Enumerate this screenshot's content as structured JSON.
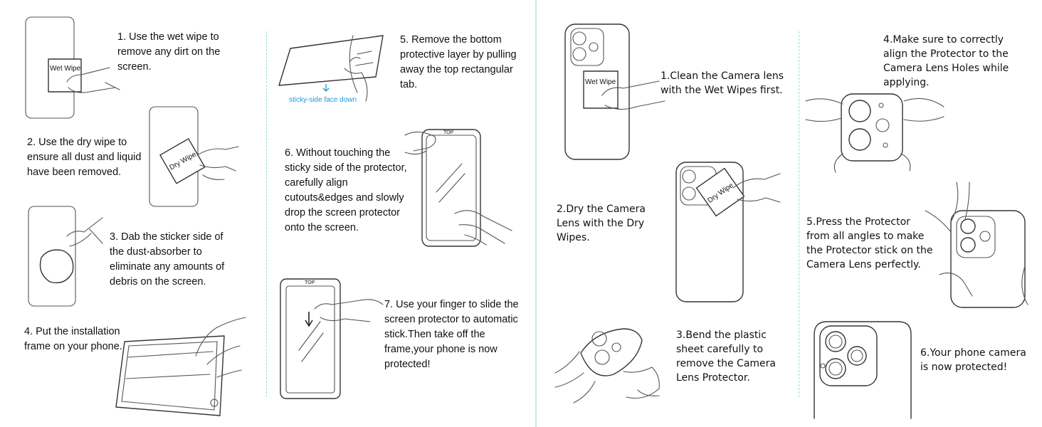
{
  "left_steps": [
    {
      "text": "1.  Use the wet wipe to remove any dirt on the screen."
    },
    {
      "text": "2.  Use the dry wipe to ensure all dust and liquid have been removed."
    },
    {
      "text": "3.  Dab the sticker side of the dust-absorber to eliminate any amounts of debris on the screen."
    },
    {
      "text": "4. Put the installation frame on your phone."
    },
    {
      "text": "5.  Remove the bottom protective layer by pulling away the top rectangular tab."
    },
    {
      "text": "6.  Without touching the sticky side of the protector, carefully align cutouts&edges and slowly drop the screen protector onto the screen."
    },
    {
      "text": "7.  Use your finger to slide the screen protector to automatic stick.Then take off the frame,your phone is now protected!"
    }
  ],
  "right_steps": [
    {
      "text": "1.Clean the Camera lens with the Wet Wipes first."
    },
    {
      "text": "2.Dry the Camera Lens with the Dry Wipes."
    },
    {
      "text": "3.Bend the plastic sheet carefully to remove the Camera Lens Protector."
    },
    {
      "text": "4.Make sure to correctly align the Protector to the Camera Lens Holes while applying."
    },
    {
      "text": "5.Press the Protector from all angles to make the Protector stick on the Camera Lens perfectly."
    },
    {
      "text": "6.Your phone camera is now protected!"
    }
  ],
  "labels": {
    "wet_wipe": "Wet Wipe",
    "dry_wipe": "Dry Wipe",
    "sticky_side": "sticky-side face down",
    "top": "TOP"
  },
  "colors": {
    "divider": "#bdebeb",
    "accent": "#1a9ad6"
  }
}
